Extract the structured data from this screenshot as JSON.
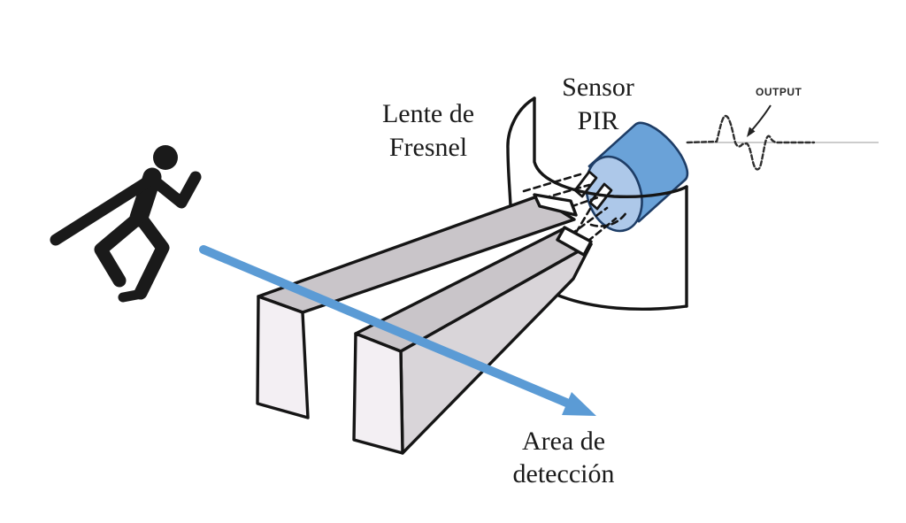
{
  "labels": {
    "lens": {
      "line1": "Lente de",
      "line2": "Fresnel"
    },
    "sensor": {
      "line1": "Sensor",
      "line2": "PIR"
    },
    "area": {
      "line1": "Area de",
      "line2": "detección"
    },
    "output": "OUTPUT"
  },
  "icons": [
    "running-person-icon",
    "motion-direction-arrow",
    "fresnel-lens-outline",
    "detection-beam-upper",
    "detection-beam-lower",
    "ir-ray-dashed-lines",
    "pir-sensor-cylinder",
    "dual-sensing-elements",
    "output-waveform",
    "output-pointer-arrow"
  ],
  "colors": {
    "background": "#ffffff",
    "outline": "#151515",
    "beam_top": "#c9c5c9",
    "beam_side": "#d9d5d9",
    "beam_cap": "#f3eff3",
    "arrow_blue": "#5b9bd5",
    "cyl_body": "#6aa2d8",
    "cyl_face": "#adc8e9",
    "cyl_outline": "#1e3d66",
    "runner_black": "#1a1a1a",
    "wave_color": "#2e2e2e",
    "baseline_gray": "#bcbcbc",
    "text_color": "#1b1b1b"
  }
}
